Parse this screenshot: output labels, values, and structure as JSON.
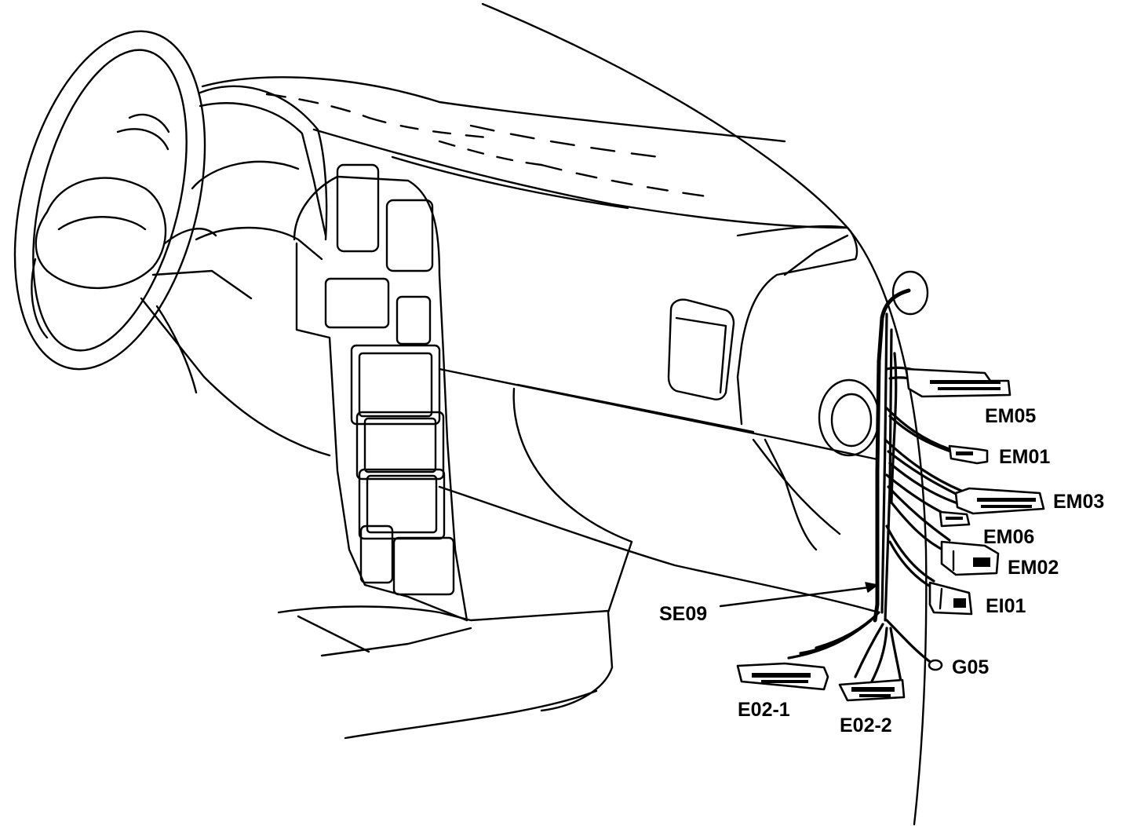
{
  "labels": {
    "em05": "EM05",
    "em01": "EM01",
    "em03": "EM03",
    "em06": "EM06",
    "em02": "EM02",
    "ei01": "EI01",
    "g05": "G05",
    "se09": "SE09",
    "e02_1": "E02-1",
    "e02_2": "E02-2"
  }
}
